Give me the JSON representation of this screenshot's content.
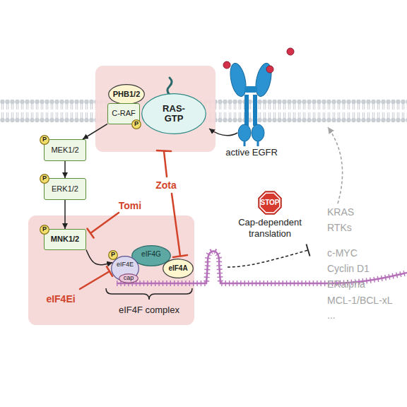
{
  "diagram": {
    "nodes": [
      {
        "text": [
          "PHB1/2"
        ]
      },
      {
        "text": [
          "C-RAF"
        ]
      },
      {
        "text": [
          "P"
        ],
        "in": 1
      },
      {
        "text": [
          "RAS- GTP"
        ]
      },
      {
        "text": [
          "MEK1/2"
        ]
      },
      {
        "text": [
          "P"
        ],
        "in": 4
      },
      {
        "text": [
          "ERK1/2"
        ]
      },
      {
        "text": [
          "P"
        ],
        "in": 6
      },
      {
        "text": [
          "MNK1/2"
        ]
      },
      {
        "text": [
          "P"
        ],
        "in": 8
      },
      {
        "text": [
          "eIF4G"
        ]
      },
      {
        "text": [
          "eIF4E"
        ]
      },
      {
        "text": [
          "P"
        ],
        "in": 11
      },
      {
        "text": [
          "cap"
        ]
      },
      {
        "text": [
          "eIF4A"
        ]
      },
      {
        "text": [
          "STOP"
        ]
      }
    ],
    "edges": [
      {
        "from": 1,
        "to": 4,
        "arrow": "to"
      },
      {
        "from": 4,
        "to": 6,
        "arrow": "to"
      },
      {
        "from": 6,
        "to": 8,
        "arrow": "to"
      },
      {
        "from": 8,
        "to": 11,
        "arrow": "to"
      }
    ],
    "labels": [
      "active EGFR",
      "Tomi",
      "Zota",
      "eIF4Ei",
      "eIF4F complex",
      "Cap-dependent translation",
      "KRAS",
      "RTKs",
      "c-MYC",
      "Cyclin D1",
      "ERalpha",
      "MCL-1/BCL-xL",
      "..."
    ]
  }
}
